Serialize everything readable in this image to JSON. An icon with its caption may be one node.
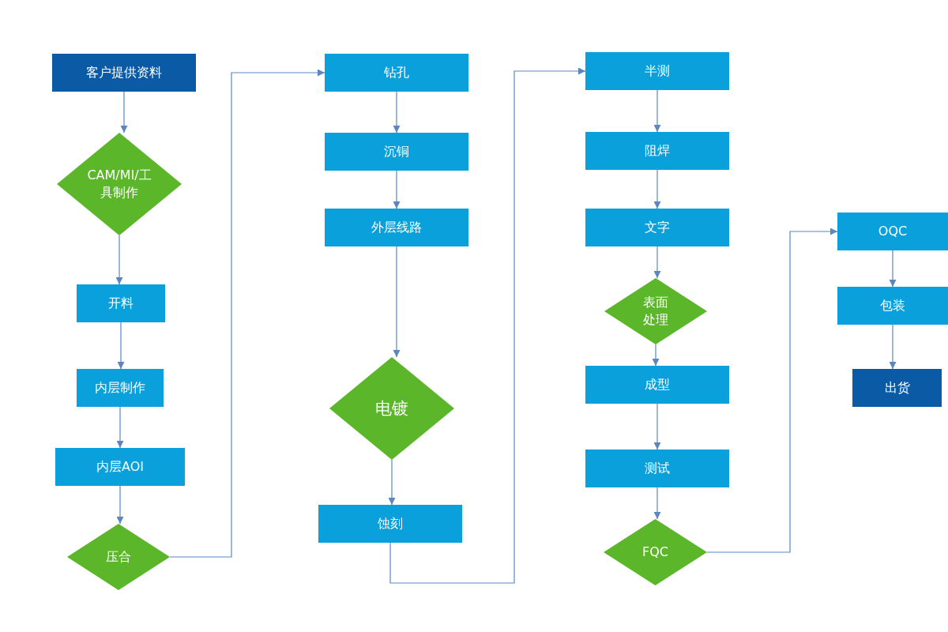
{
  "diagram": {
    "nodes": [
      {
        "text": [
          "客户提供资料"
        ]
      },
      {
        "text": [
          "CAM/MI/工具制作"
        ]
      },
      {
        "text": [
          "开料"
        ]
      },
      {
        "text": [
          "内层制作"
        ]
      },
      {
        "text": [
          "内层AOI"
        ]
      },
      {
        "text": [
          "压合"
        ]
      },
      {
        "text": [
          "钻孔"
        ]
      },
      {
        "text": [
          "沉铜"
        ]
      },
      {
        "text": [
          "外层线路"
        ]
      },
      {
        "text": [
          "电镀"
        ]
      },
      {
        "text": [
          "蚀刻"
        ]
      },
      {
        "text": [
          "半测"
        ]
      },
      {
        "text": [
          "阻焊"
        ]
      },
      {
        "text": [
          "文字"
        ]
      },
      {
        "text": [
          "表面处理"
        ]
      },
      {
        "text": [
          "成型"
        ]
      },
      {
        "text": [
          "测试"
        ]
      },
      {
        "text": [
          "FQC"
        ]
      },
      {
        "text": [
          "OQC"
        ]
      },
      {
        "text": [
          "包装"
        ]
      },
      {
        "text": [
          "出货"
        ]
      }
    ],
    "edges": [
      {
        "from": 0,
        "to": 1,
        "arrow": "to"
      },
      {
        "from": 1,
        "to": 2,
        "arrow": "to"
      },
      {
        "from": 2,
        "to": 3,
        "arrow": "to"
      },
      {
        "from": 3,
        "to": 4,
        "arrow": "to"
      },
      {
        "from": 4,
        "to": 5,
        "arrow": "to"
      },
      {
        "from": 5,
        "to": 6,
        "arrow": "to"
      },
      {
        "from": 6,
        "to": 7,
        "arrow": "to"
      },
      {
        "from": 7,
        "to": 8,
        "arrow": "to"
      },
      {
        "from": 8,
        "to": 9,
        "arrow": "to"
      },
      {
        "from": 9,
        "to": 10,
        "arrow": "to"
      },
      {
        "from": 10,
        "to": 11,
        "arrow": "to"
      },
      {
        "from": 11,
        "to": 12,
        "arrow": "to"
      },
      {
        "from": 12,
        "to": 13,
        "arrow": "to"
      },
      {
        "from": 13,
        "to": 14,
        "arrow": "to"
      },
      {
        "from": 14,
        "to": 15,
        "arrow": "to"
      },
      {
        "from": 15,
        "to": 16,
        "arrow": "to"
      },
      {
        "from": 16,
        "to": 17,
        "arrow": "to"
      },
      {
        "from": 17,
        "to": 18,
        "arrow": "to"
      },
      {
        "from": 18,
        "to": 19,
        "arrow": "to"
      },
      {
        "from": 19,
        "to": 20,
        "arrow": "to"
      }
    ]
  }
}
